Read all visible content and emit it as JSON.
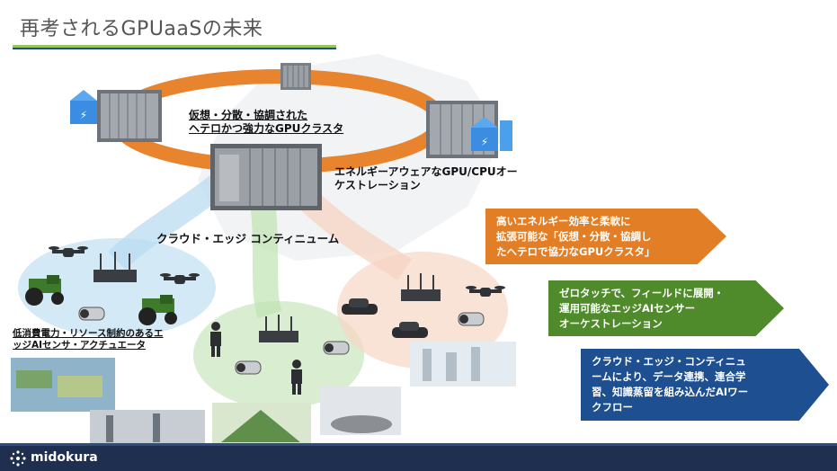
{
  "title": "再考されるGPUaaSの未来",
  "labels": {
    "cluster_line1": "仮想・分散・協調された",
    "cluster_line2": "ヘテロかつ強力なGPUクラスタ",
    "orchestration_line1": "エネルギーアウェアなGPU/CPUオー",
    "orchestration_line2": "ケストレーション",
    "continuum": "クラウド・エッジ コンティニューム",
    "edge_line1": "低消費電力・リソース制約のあるエ",
    "edge_line2": "ッジAIセンサ・アクチュエータ"
  },
  "callouts": [
    {
      "lines": [
        "高いエネルギー効率と柔軟に",
        "拡張可能な「仮想・分散・協調し",
        "たヘテロで協力なGPUクラスタ」"
      ],
      "color": "#e27f26"
    },
    {
      "lines": [
        "ゼロタッチで、フィールドに展開・",
        "運用可能なエッジAIセンサー",
        "オーケストレーション"
      ],
      "color": "#4f8a2b"
    },
    {
      "lines": [
        "クラウド・エッジ・コンティニュ",
        "ームにより、データ連携、連合学",
        "習、知識蒸留を組み込んだAIワー",
        "クフロー"
      ],
      "color": "#1d4f91"
    }
  ],
  "footer": {
    "logo_text": "midokura"
  },
  "colors": {
    "ring": "#e8842e",
    "green_zone": "#bfe3b0",
    "blue_zone": "#b7daf0",
    "peach_zone": "#f6d6c4",
    "footer": "#1f2f4f"
  }
}
